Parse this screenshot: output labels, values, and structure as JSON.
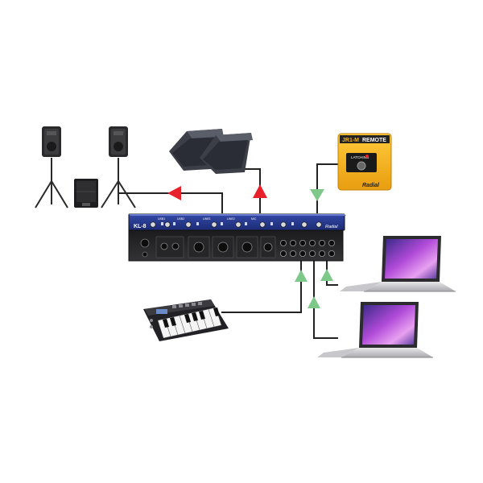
{
  "mixer": {
    "model_label": "KL-8",
    "brand_label": "Radial",
    "channel_labels": [
      "USB1",
      "USB2",
      "LINE1",
      "LINE2",
      "MIC"
    ]
  },
  "footswitch": {
    "title_left": "JR1-M",
    "title_right": "REMOTE",
    "brand_label": "Radial",
    "button_label": "LATCHING"
  },
  "colors": {
    "output_arrow": "#e8202a",
    "input_arrow": "#7ec98a",
    "cable": "#222222",
    "mixer_blue": "#24388f",
    "footswitch_yellow": "#f5b51c"
  },
  "icons": {
    "speaker": "pa-speaker-icon",
    "subwoofer": "subwoofer-icon",
    "monitor": "floor-monitor-icon",
    "footswitch": "footswitch-icon",
    "keyboard": "midi-keyboard-icon",
    "laptop": "laptop-icon"
  }
}
